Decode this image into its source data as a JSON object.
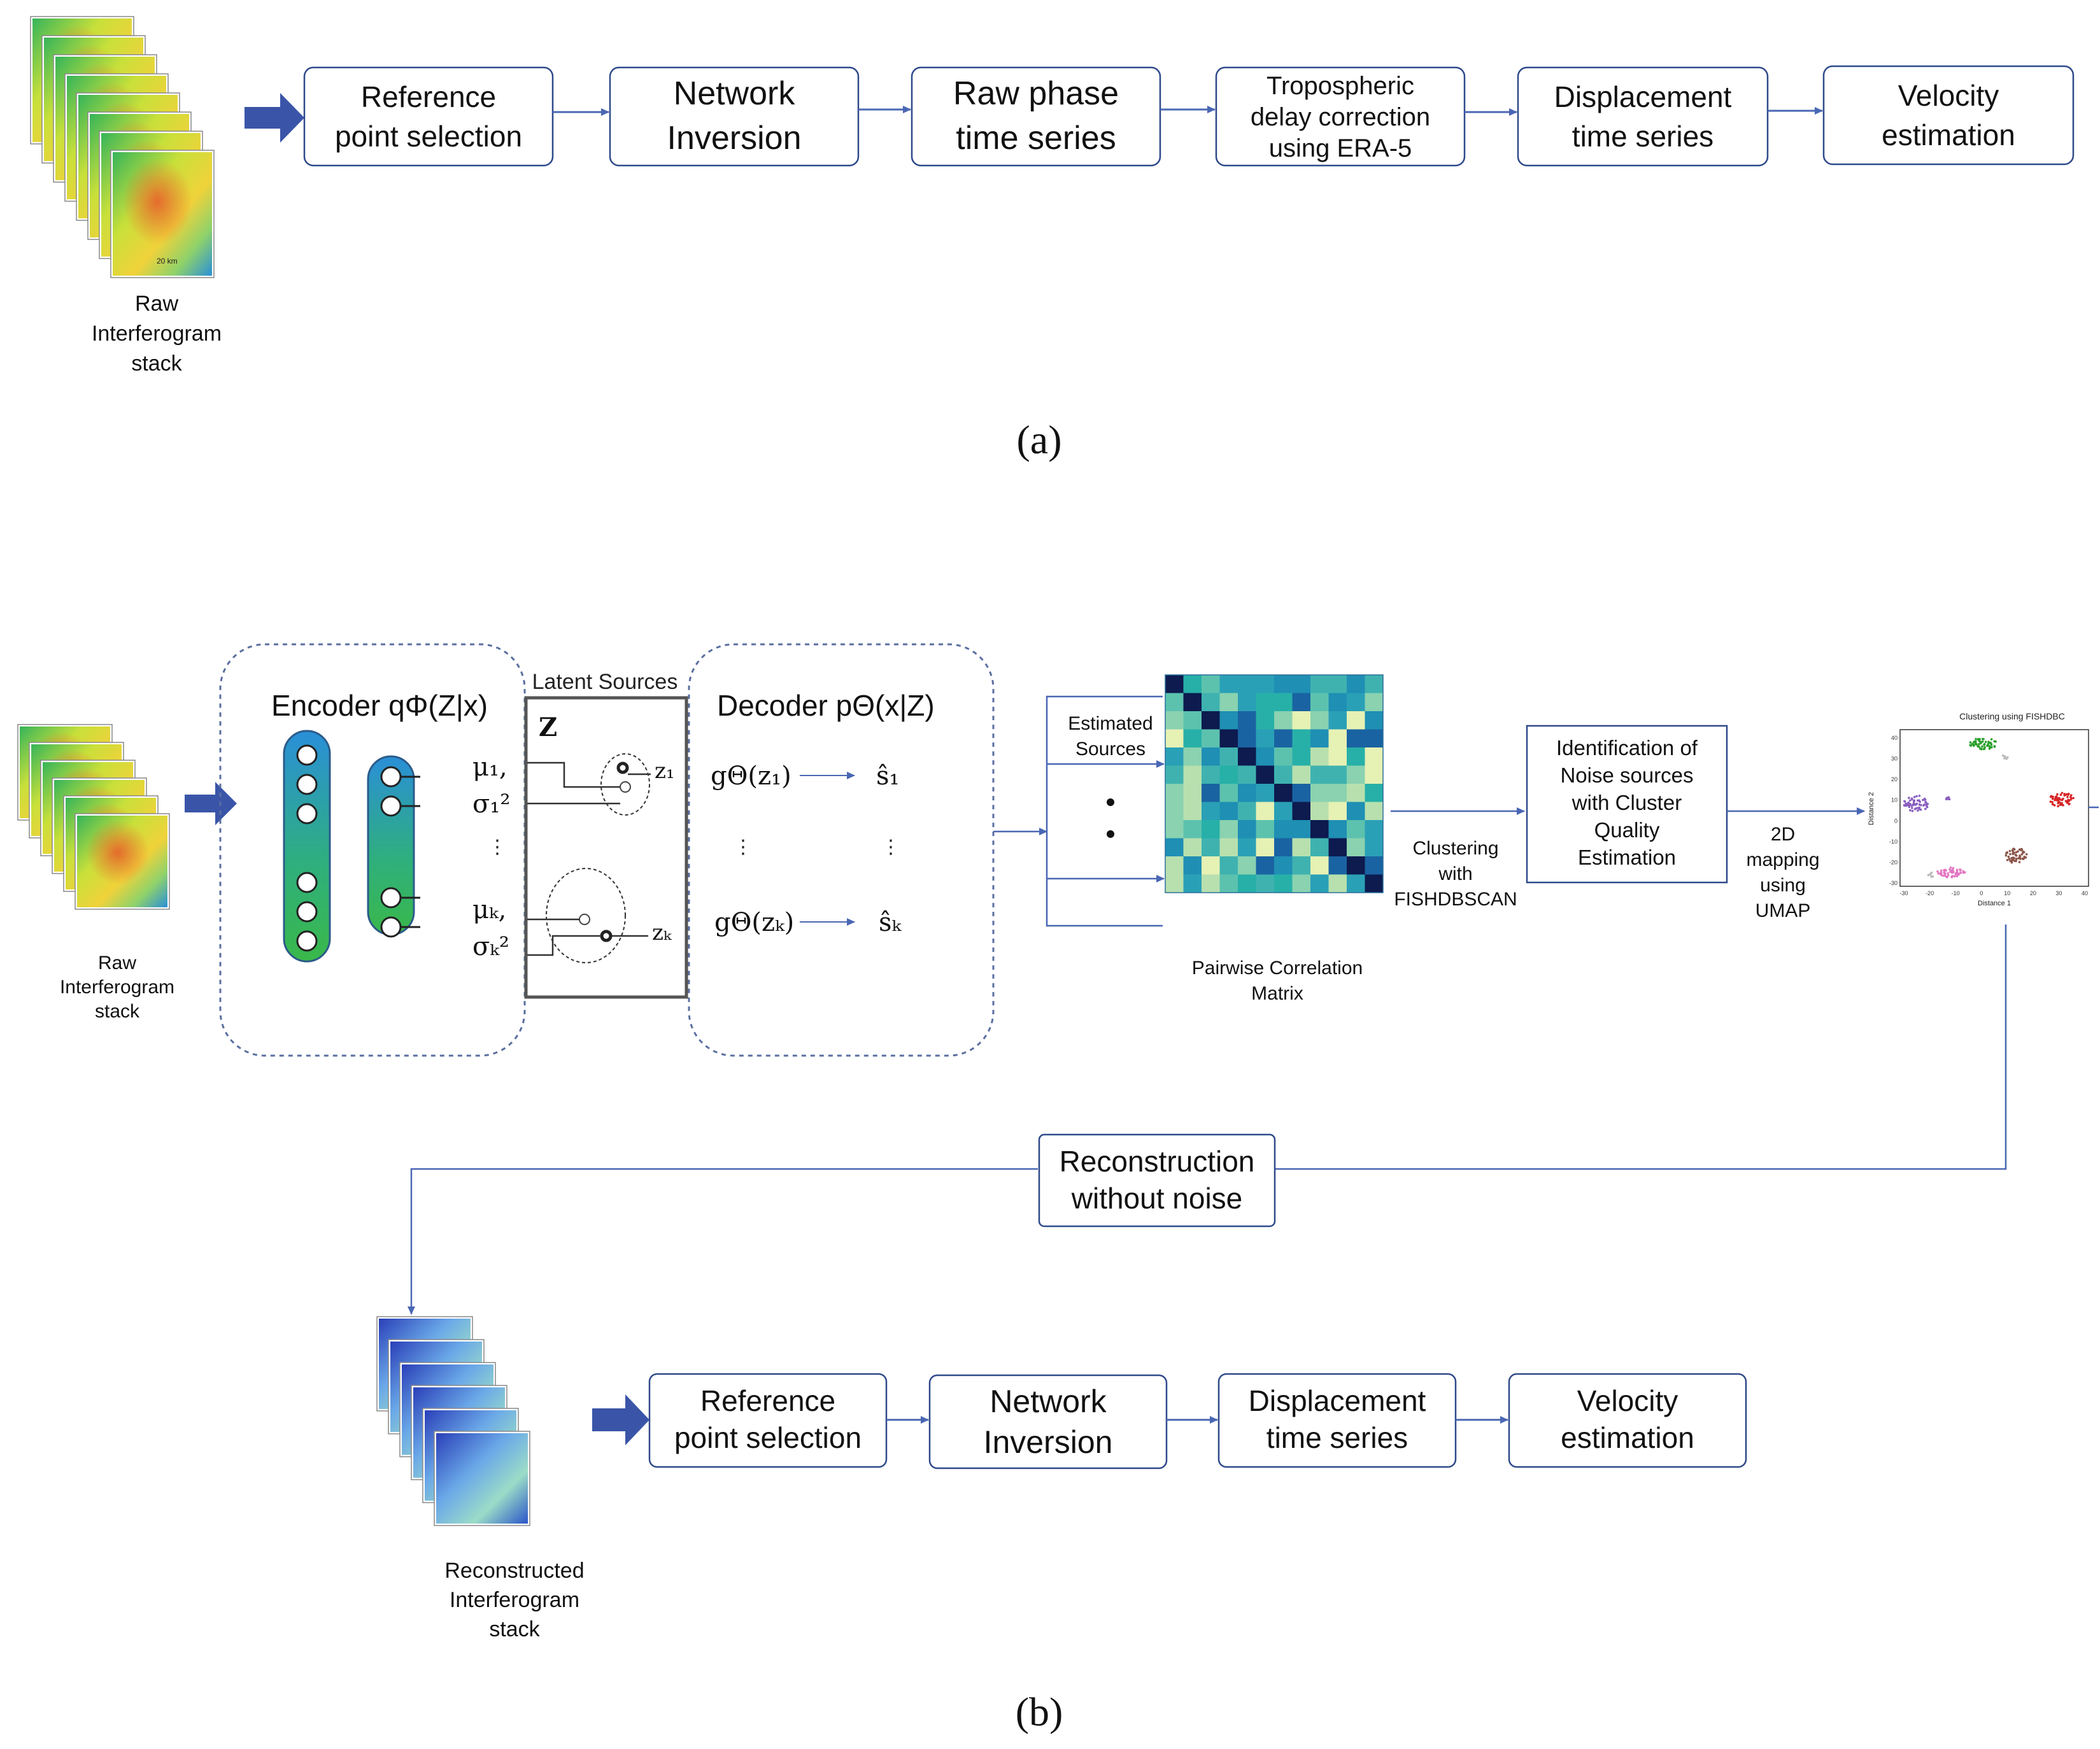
{
  "panel_a": {
    "stack_caption": [
      "Raw",
      "Interferogram",
      "stack"
    ],
    "steps": [
      {
        "lines": [
          "Reference",
          "point selection"
        ]
      },
      {
        "lines": [
          "Network",
          "Inversion"
        ]
      },
      {
        "lines": [
          "Raw phase",
          "time series"
        ]
      },
      {
        "lines": [
          "Tropospheric",
          "delay correction",
          "using ERA-5"
        ]
      },
      {
        "lines": [
          "Displacement",
          "time series"
        ]
      },
      {
        "lines": [
          "Velocity",
          "estimation"
        ]
      }
    ],
    "scale_label": "20 km",
    "sublabel": "(a)"
  },
  "panel_b": {
    "stack_caption": [
      "Raw",
      "Interferogram",
      "stack"
    ],
    "encoder_title": "Encoder qΦ(Z|x)",
    "latent_title": "Latent Sources",
    "latent_z": "Z",
    "latent_z1": "z₁",
    "latent_zk": "zₖ",
    "mu1": "μ₁,",
    "sigma1": "σ₁²",
    "muk": "μₖ,",
    "sigmak": "σₖ²",
    "decoder_title": "Decoder pΘ(x|Z)",
    "g1": "gΘ(z₁)",
    "gk": "gΘ(zₖ)",
    "s1": "ŝ₁",
    "sk": "ŝₖ",
    "estimated_sources": [
      "Estimated",
      "Sources"
    ],
    "matrix_caption": [
      "Pairwise Correlation",
      "Matrix"
    ],
    "clustering_label": [
      "Clustering",
      "with",
      "FISHDBSCAN"
    ],
    "identification_box": [
      "Identification of",
      "Noise sources",
      "with Cluster",
      "Quality",
      "Estimation"
    ],
    "mapping_label": [
      "2D",
      "mapping",
      "using",
      "UMAP"
    ],
    "scatter_title": "Clustering using FISHDBC",
    "scatter_xlabel": "Distance 1",
    "scatter_ylabel": "Distance 2",
    "reconstruction_box": [
      "Reconstruction",
      "without noise"
    ],
    "reconstructed_caption": [
      "Reconstructed",
      "Interferogram",
      "stack"
    ],
    "steps": [
      {
        "lines": [
          "Reference",
          "point selection"
        ]
      },
      {
        "lines": [
          "Network",
          "Inversion"
        ]
      },
      {
        "lines": [
          "Displacement",
          "time series"
        ]
      },
      {
        "lines": [
          "Velocity",
          "estimation"
        ]
      }
    ],
    "sublabel": "(b)"
  },
  "colors": {
    "box_stroke": "#2f4a8a",
    "arrow": "#4a67b4",
    "fat_arrow": "#3a55a8",
    "dashed": "#5a6fa0"
  },
  "scatter_ticks": {
    "x": [
      "-30",
      "-20",
      "-10",
      "0",
      "10",
      "20",
      "30",
      "40"
    ],
    "y": [
      "40",
      "30",
      "20",
      "10",
      "0",
      "-10",
      "-20",
      "-30"
    ]
  }
}
